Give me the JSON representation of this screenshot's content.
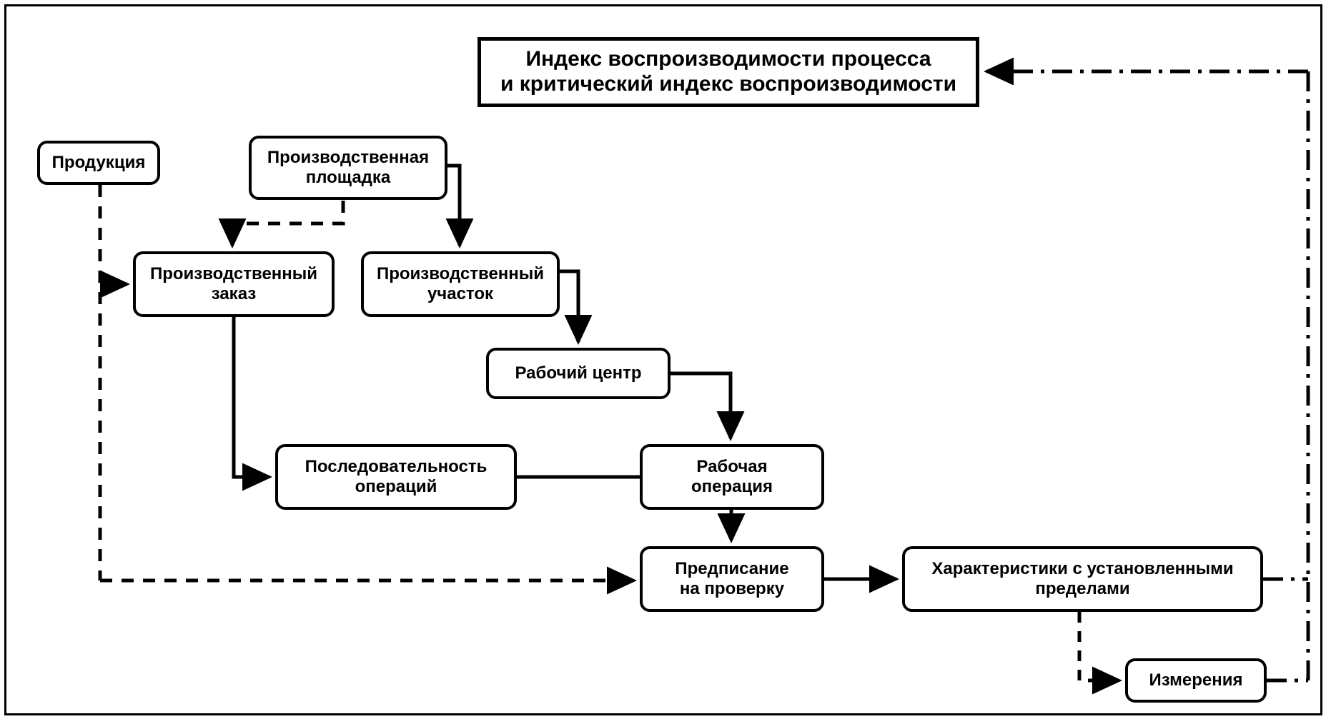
{
  "diagram": {
    "title_box": {
      "label": "Индекс воспроизводимости процесса\nи критический индекс воспроизводимости"
    },
    "nodes": [
      {
        "id": "product",
        "label": "Продукция"
      },
      {
        "id": "site",
        "label": "Производственная\nплощадка"
      },
      {
        "id": "order",
        "label": "Производственный\nзаказ"
      },
      {
        "id": "section",
        "label": "Производственный\nучасток"
      },
      {
        "id": "workcenter",
        "label": "Рабочий центр"
      },
      {
        "id": "sequence",
        "label": "Последовательность\nопераций"
      },
      {
        "id": "workop",
        "label": "Рабочая\nоперация"
      },
      {
        "id": "inspect",
        "label": "Предписание\nна проверку"
      },
      {
        "id": "charact",
        "label": "Характеристики с установленными\nпределами"
      },
      {
        "id": "measure",
        "label": "Измерения"
      }
    ],
    "edges": [
      {
        "from": "site",
        "to": "order",
        "style": "dashed",
        "arrow": true
      },
      {
        "from": "site",
        "to": "section",
        "style": "solid",
        "arrow": true
      },
      {
        "from": "product",
        "to": "order",
        "style": "dashed",
        "arrow": true
      },
      {
        "from": "product",
        "to": "inspect",
        "style": "dashed",
        "arrow": true
      },
      {
        "from": "section",
        "to": "workcenter",
        "style": "solid",
        "arrow": true
      },
      {
        "from": "order",
        "to": "sequence",
        "style": "solid",
        "arrow": true
      },
      {
        "from": "sequence",
        "to": "workop",
        "style": "solid",
        "arrow": false
      },
      {
        "from": "workcenter",
        "to": "workop",
        "style": "solid",
        "arrow": true
      },
      {
        "from": "workop",
        "to": "inspect",
        "style": "dashed",
        "arrow": true
      },
      {
        "from": "inspect",
        "to": "charact",
        "style": "solid",
        "arrow": true
      },
      {
        "from": "charact",
        "to": "measure",
        "style": "dashed",
        "arrow": true
      },
      {
        "from": "charact",
        "to": "title_box",
        "style": "dash-dot",
        "arrow": true
      },
      {
        "from": "measure",
        "to": "title_box",
        "style": "dash-dot",
        "arrow": true
      }
    ],
    "colors": {
      "stroke": "#000000",
      "background": "#ffffff",
      "text": "#000000"
    }
  }
}
